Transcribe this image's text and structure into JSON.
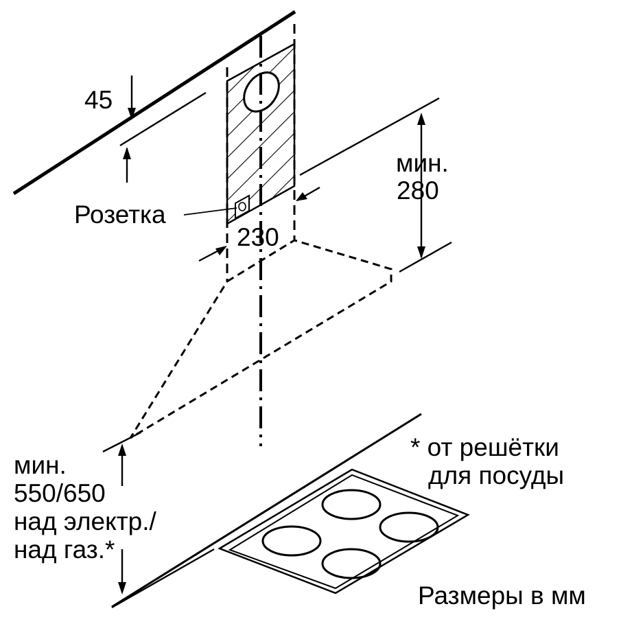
{
  "diagram": {
    "labels": {
      "top_gap": "45",
      "socket": "Розетка",
      "width": "230",
      "min_height_line1": "мин.",
      "min_height_line2": "280",
      "install_line1": "мин.",
      "install_line2": "550/650",
      "install_line3": "над электр./",
      "install_line4": "над газ.*",
      "footnote_line1": "* от решётки",
      "footnote_line2": "для посуды",
      "units_note": "Размеры в мм"
    },
    "colors": {
      "ink": "#000000",
      "paper": "#ffffff"
    }
  }
}
